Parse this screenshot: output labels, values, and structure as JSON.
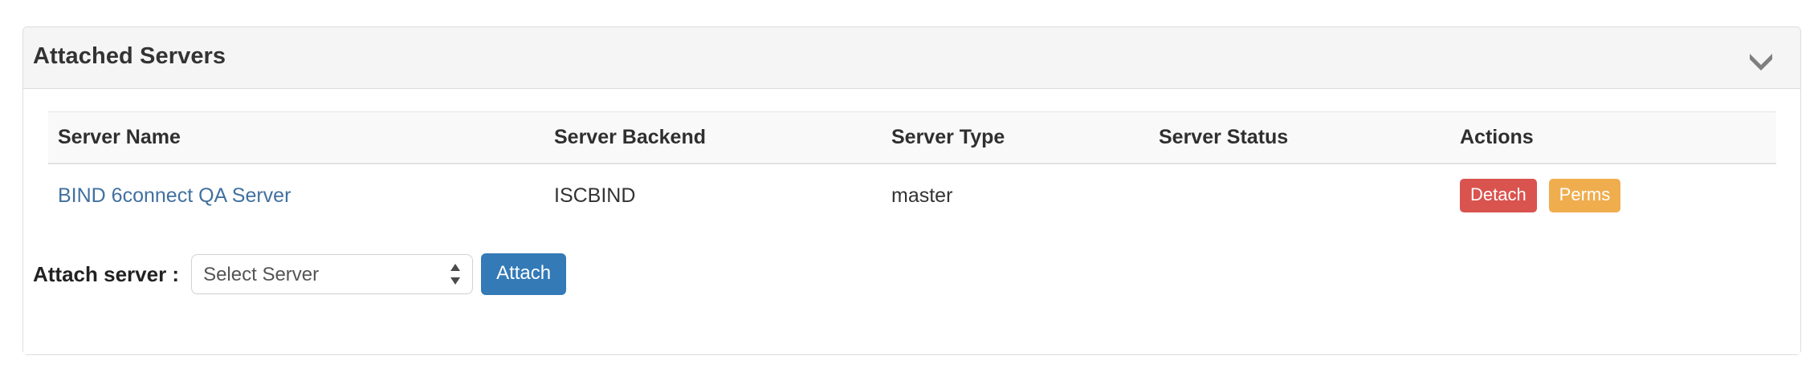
{
  "panel": {
    "title": "Attached Servers",
    "collapse_icon": "chevron-down-icon",
    "header_bg": "#f5f5f5",
    "border_color": "#dddddd"
  },
  "table": {
    "columns": [
      "Server Name",
      "Server Backend",
      "Server Type",
      "Server Status",
      "Actions"
    ],
    "rows": [
      {
        "server_name": "BIND 6connect QA Server",
        "server_backend": "ISCBIND",
        "server_type": "master",
        "server_status": "",
        "actions": {
          "detach_label": "Detach",
          "perms_label": "Perms"
        }
      }
    ]
  },
  "attach_form": {
    "label": "Attach server :",
    "select_value": "Select Server",
    "select_options": [
      "Select Server"
    ],
    "button_label": "Attach"
  },
  "colors": {
    "link": "#41709f",
    "detach": "#d9534f",
    "perms": "#efad4e",
    "attach": "#337ab7",
    "header_text": "#2f2f2f"
  }
}
